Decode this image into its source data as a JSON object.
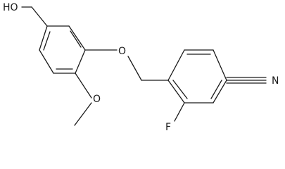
{
  "structure": {
    "atom_labels": {
      "hydroxyl": "HO",
      "ether_oxygen": "O",
      "methoxy_oxygen": "O",
      "fluorine": "F",
      "nitrile_nitrogen": "N"
    }
  }
}
